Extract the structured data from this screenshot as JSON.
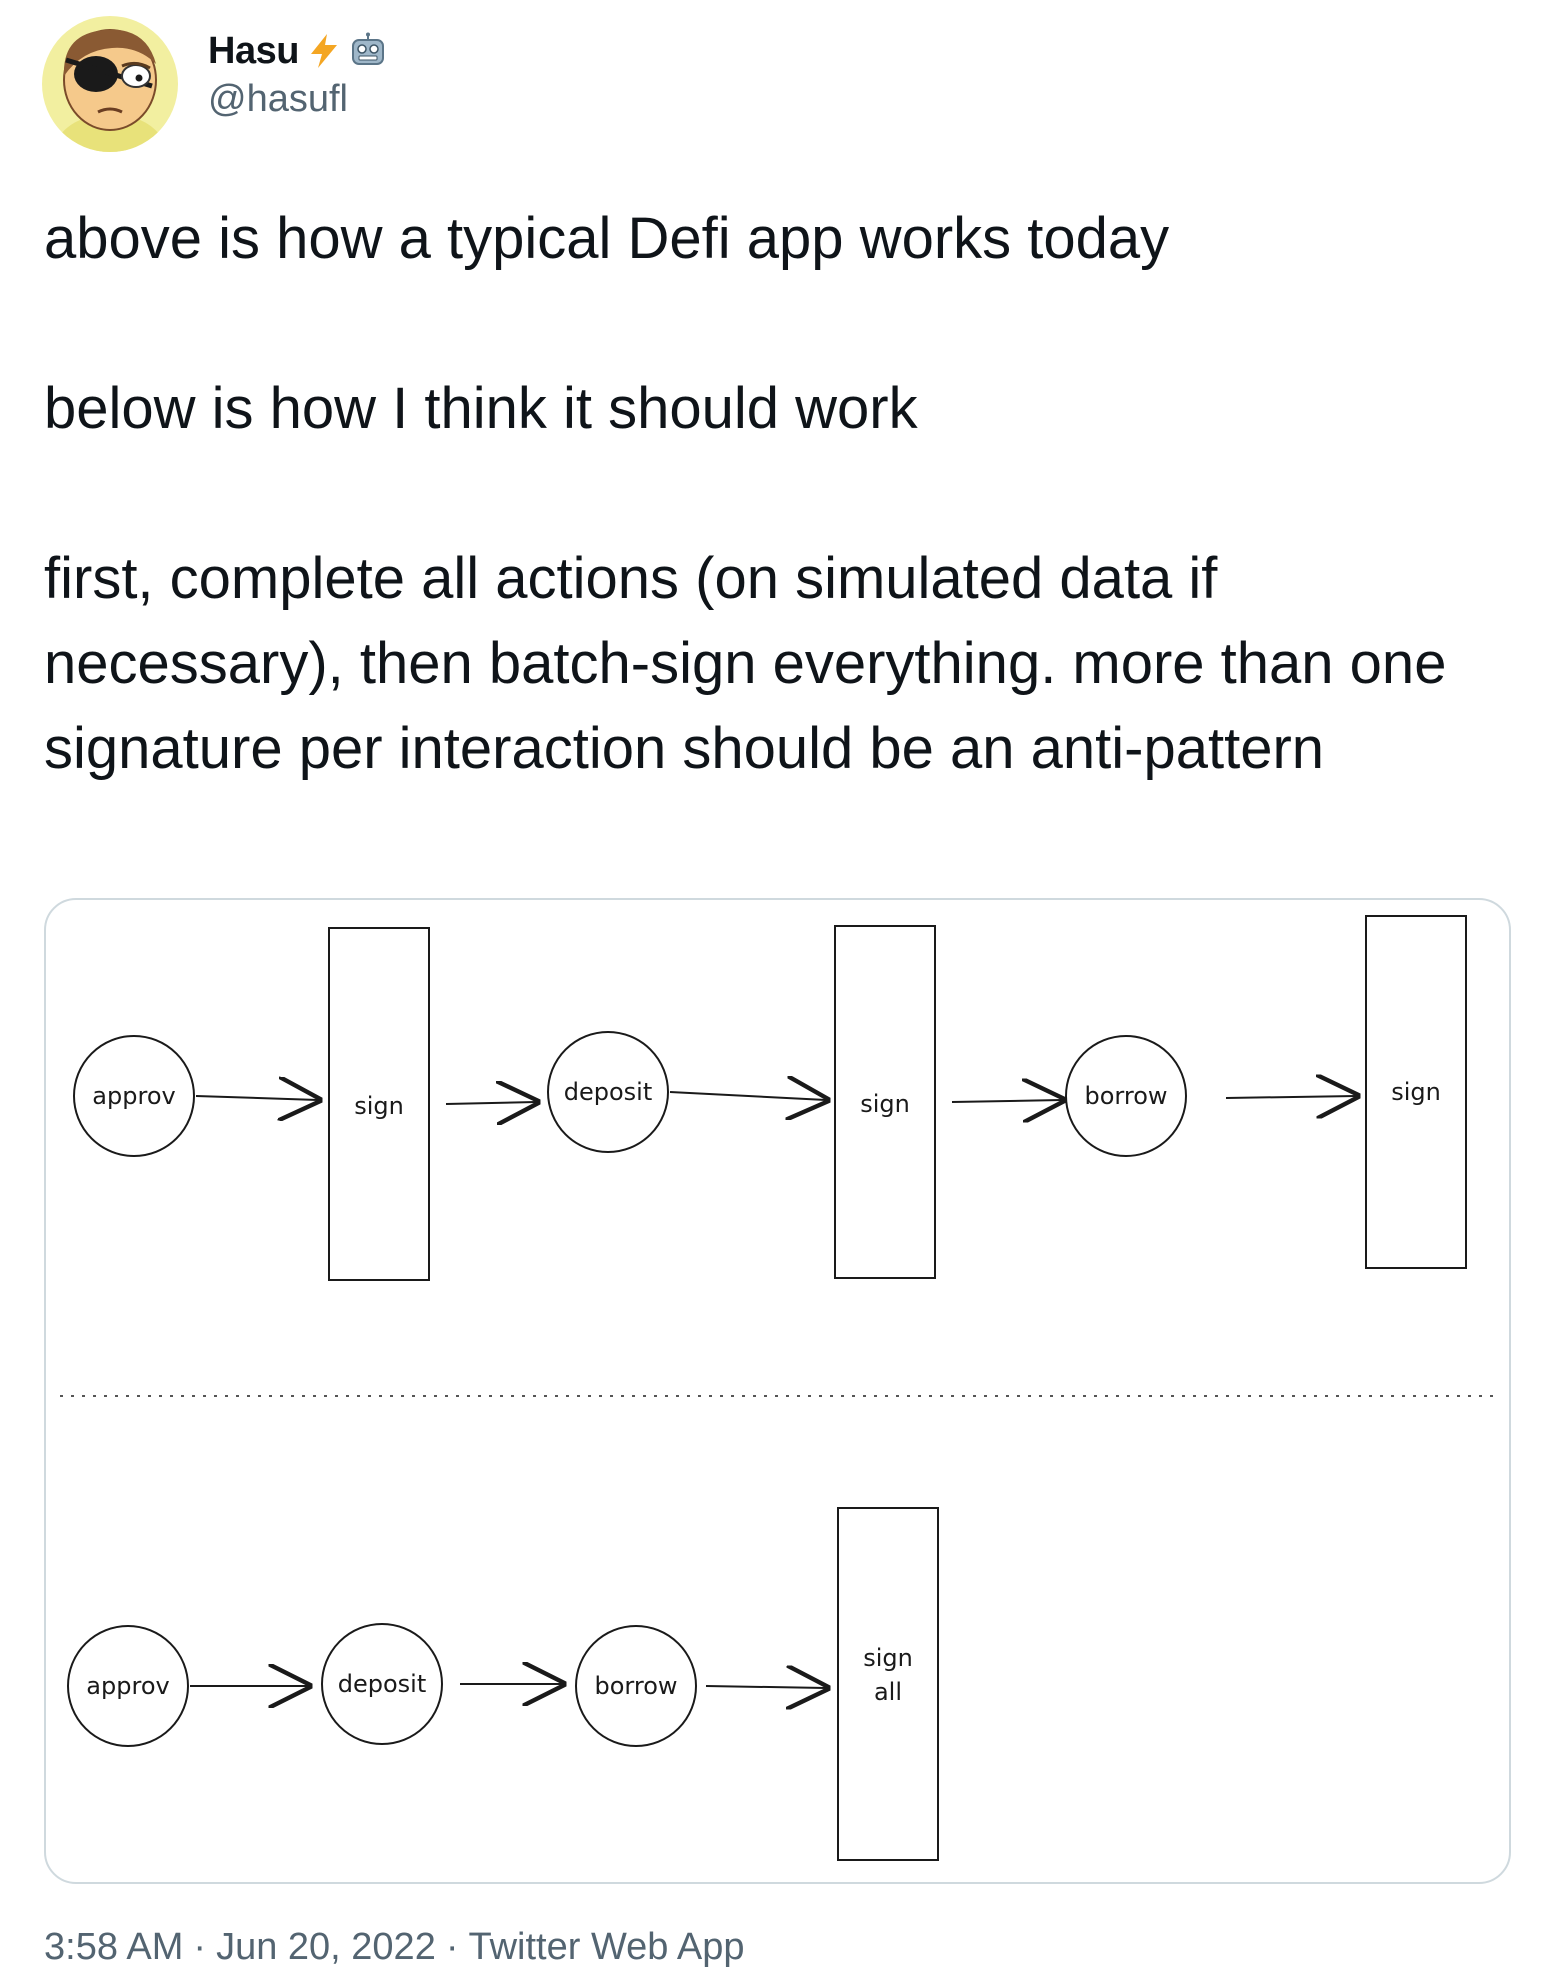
{
  "author": {
    "display_name": "Hasu",
    "handle": "@hasufl",
    "badges": [
      "lightning-bolt-icon",
      "robot-face-icon"
    ],
    "avatar": "eyepatch-cartoon-avatar"
  },
  "tweet": {
    "paragraphs": [
      "above is how a typical Defi app works today",
      "below is how I think it should work",
      "first, complete all actions (on simulated data if necessary), then batch-sign everything. more than one signature per interaction should be an anti-pattern"
    ]
  },
  "diagram": {
    "top_flow": {
      "steps": [
        "approv",
        "sign",
        "deposit",
        "sign",
        "borrow",
        "sign"
      ]
    },
    "bottom_flow": {
      "steps": [
        "approv",
        "deposit",
        "borrow"
      ],
      "final_line1": "sign",
      "final_line2": "all"
    }
  },
  "meta": {
    "time": "3:58 AM",
    "separator": "·",
    "date": "Jun 20, 2022",
    "source": "Twitter Web App"
  },
  "colors": {
    "text": "#0f1419",
    "secondary": "#536471",
    "border": "#cfd9de",
    "lightning": "#f4a623",
    "avatar_skin": "#f5c98b",
    "avatar_bg": "#f2efa0"
  }
}
